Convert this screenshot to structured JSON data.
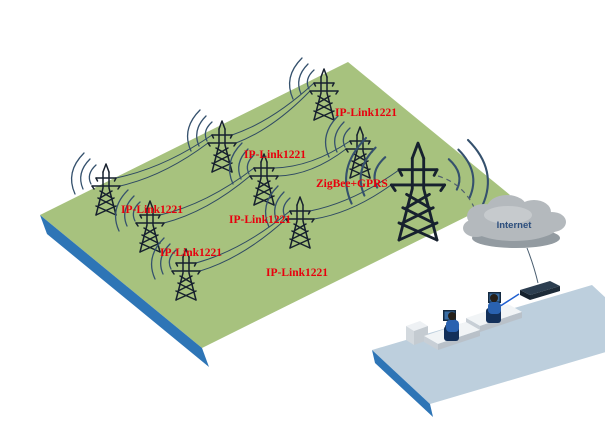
{
  "labels": {
    "ip_link": "IP-Link1221",
    "zigbee_gprs": "ZigBee+GPRS",
    "internet": "Internet"
  },
  "colors": {
    "field_green": "#a7c27e",
    "platform_edge_blue": "#2e75b6",
    "office_platform_blue": "#bdcfdd",
    "cloud_gray": "#b4b9bd",
    "label_red": "#e8000d",
    "internet_label_blue": "#2d4f7e",
    "tower_color": "#17212e",
    "wire_color": "#2f4a63",
    "signal_wave_color": "#35516d",
    "cable_blue": "#1f5fd0"
  }
}
